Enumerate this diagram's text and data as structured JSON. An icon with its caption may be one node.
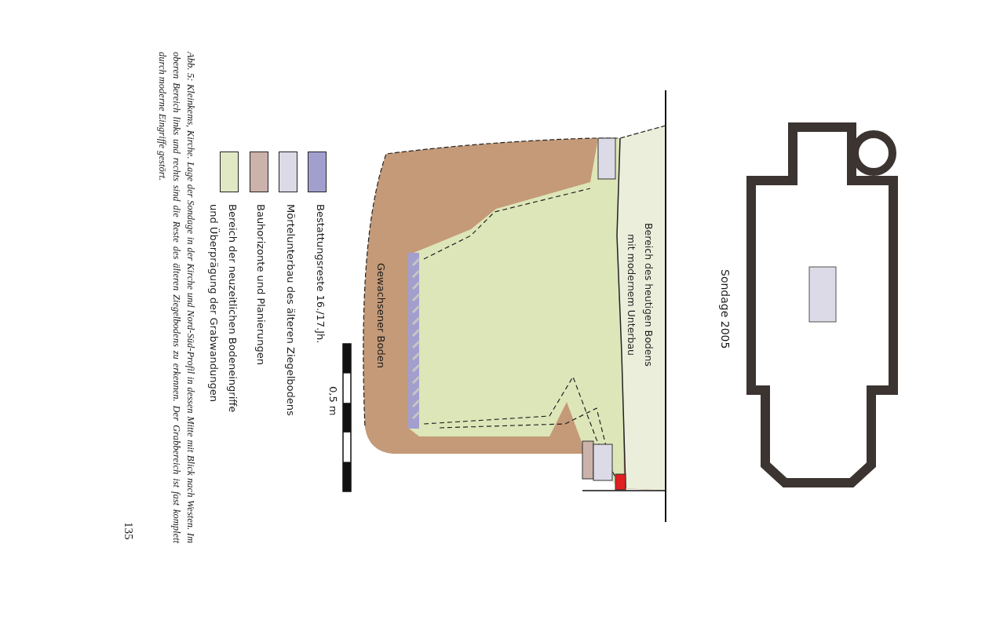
{
  "diagram": {
    "caption": "Abb. 5: Kleinkems, Kirche. Lage der Sondage in der Kirche und Nord-Süd-Profil in dessen Mitte mit Blick nach Westen. Im oberen Bereich links und rechts sind die Reste des älteren Ziegelbodens zu erkennen. Der Grabbereich ist fast komplett durch moderne Eingriffe gestört.",
    "labels": [
      "Sondage 2005",
      "Bereich des heutigen Bodens mit modernem Unterbau",
      "Gewachsener Boden",
      "0,5 m",
      "135"
    ],
    "legend": [
      {
        "text": "Bestattungsreste 16./17.Jh.",
        "color": "#a29fcf"
      },
      {
        "text": "Mörtelunterbau des älteren Ziegelbodens",
        "color": "#dcdae6"
      },
      {
        "text": "Bauhorizonte und Planierungen",
        "color": "#cbb2aa"
      },
      {
        "text": "Bereich der neuzeitlichen Bodeneingriffe und Überprägung der Grabwandungen",
        "color": "#e0e9c4"
      }
    ]
  }
}
